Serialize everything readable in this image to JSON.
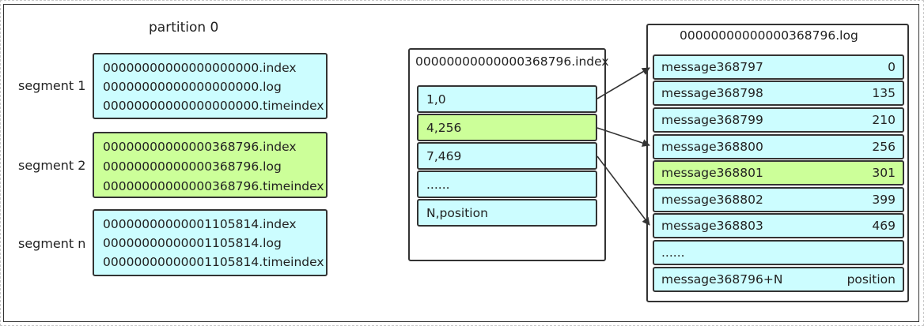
{
  "partition": {
    "title": "partition 0"
  },
  "segments": [
    {
      "label": "segment 1",
      "files": [
        "00000000000000000000.index",
        "00000000000000000000.log",
        "00000000000000000000.timeindex"
      ],
      "highlighted": false
    },
    {
      "label": "segment 2",
      "files": [
        "00000000000000368796.index",
        "00000000000000368796.log",
        "00000000000000368796.timeindex"
      ],
      "highlighted": true
    },
    {
      "label": "segment n",
      "files": [
        "00000000000001105814.index",
        "00000000000001105814.log",
        "00000000000001105814.timeindex"
      ],
      "highlighted": false
    }
  ],
  "index_file": {
    "title": "00000000000000368796.index",
    "entries": [
      "1,0",
      "4,256",
      "7,469",
      "......",
      "N,position"
    ],
    "highlighted_entry": "4,256"
  },
  "log_file": {
    "title": "00000000000000368796.log",
    "rows": [
      {
        "message": "message368797",
        "position": "0"
      },
      {
        "message": "message368798",
        "position": "135"
      },
      {
        "message": "message368799",
        "position": "210"
      },
      {
        "message": "message368800",
        "position": "256"
      },
      {
        "message": "message368801",
        "position": "301"
      },
      {
        "message": "message368802",
        "position": "399"
      },
      {
        "message": "message368803",
        "position": "469"
      },
      {
        "message": "......",
        "position": ""
      },
      {
        "message": "message368796+N",
        "position": "position"
      }
    ],
    "highlighted_row": "message368801"
  },
  "colors": {
    "cyan_fill": "#ccfdff",
    "green_fill": "#ccff99",
    "border": "#333333"
  }
}
